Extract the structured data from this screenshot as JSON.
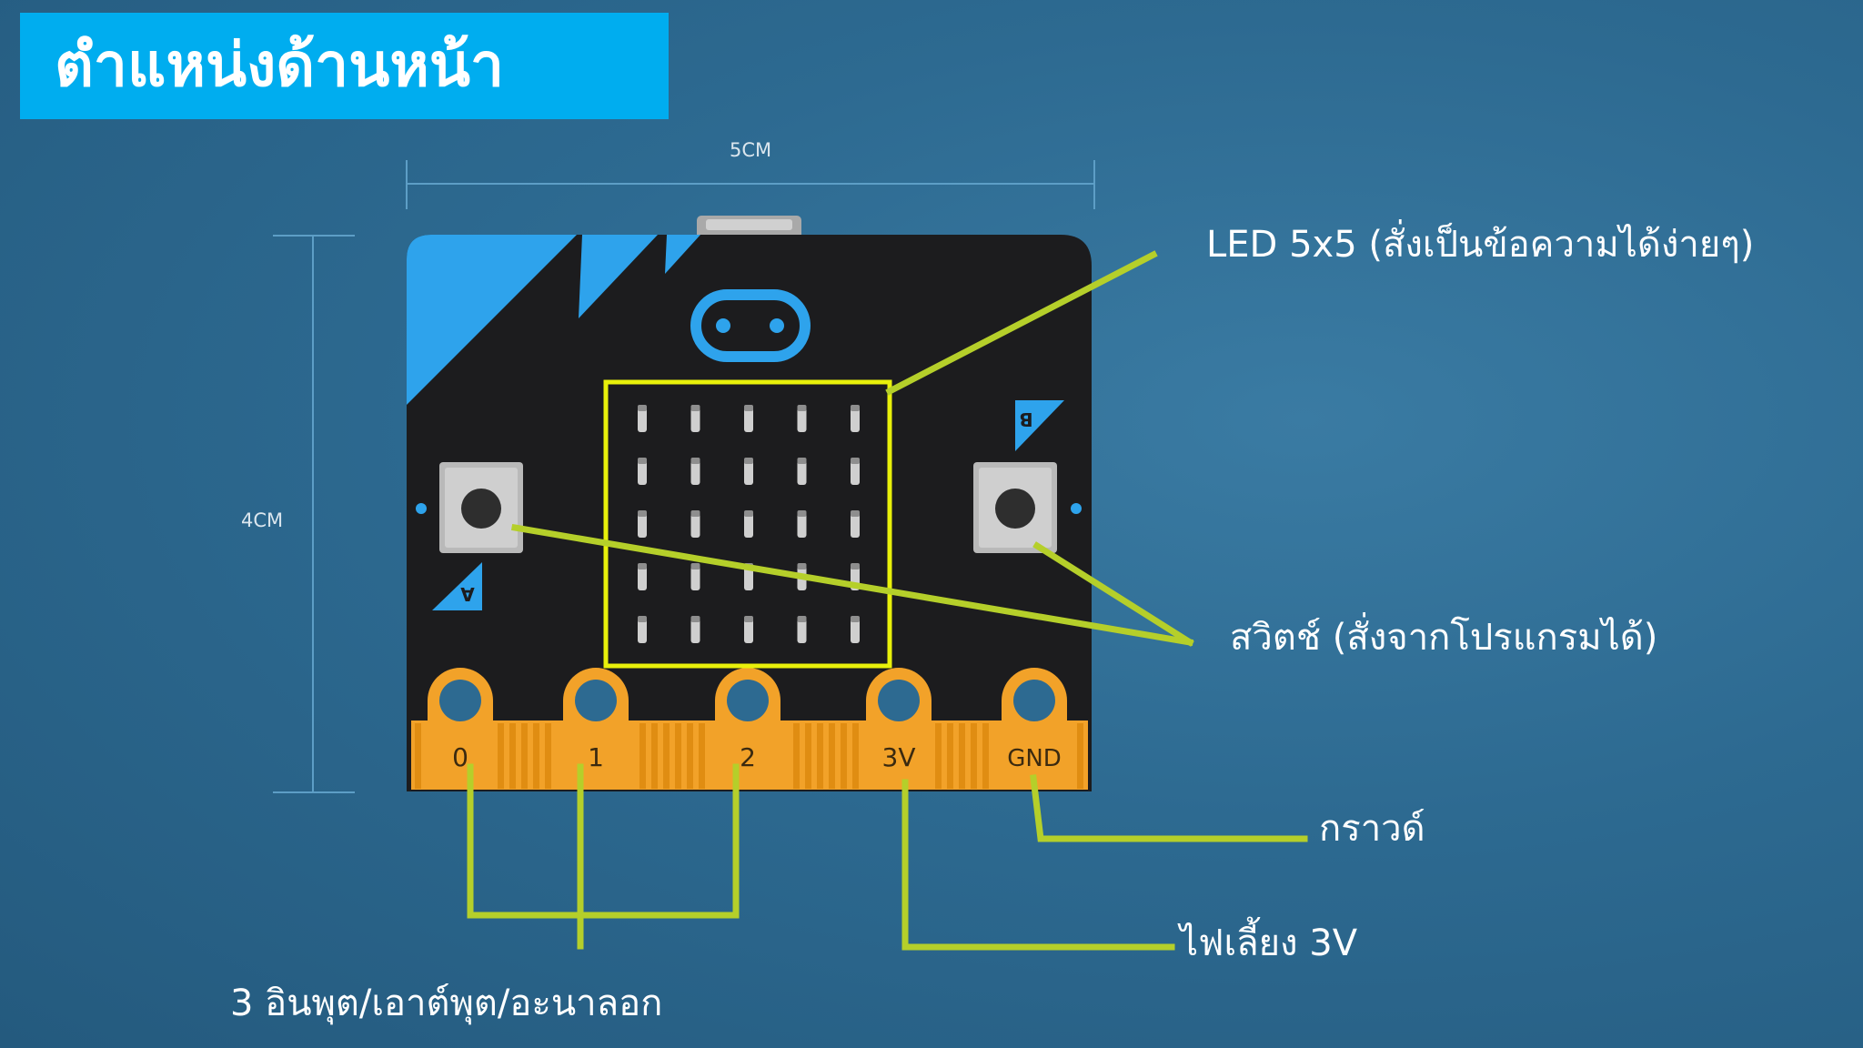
{
  "title": "ตำแหน่งด้านหน้า",
  "dimensions": {
    "width_label": "5CM",
    "height_label": "4CM"
  },
  "board": {
    "button_a_label": "A",
    "button_b_label": "B",
    "pins": [
      "0",
      "1",
      "2",
      "3V",
      "GND"
    ],
    "led_grid": {
      "rows": 5,
      "cols": 5
    }
  },
  "callouts": {
    "led": "LED 5x5 (สั่งเป็นข้อความได้ง่ายๆ)",
    "switch": "สวิตช์ (สั่งจากโปรแกรมได้)",
    "ground": "กราวด์",
    "power": "ไฟเลี้ยง 3V",
    "io": "3 อินพุต/เอาต์พุต/อะนาลอก"
  },
  "colors": {
    "background": "#2d6a91",
    "banner": "#00adef",
    "board": "#1c1c1e",
    "accent_blue": "#2ea3ec",
    "pin_gold": "#f2a229",
    "highlight": "#e8f00a",
    "leader_line": "#b5cf2a"
  }
}
